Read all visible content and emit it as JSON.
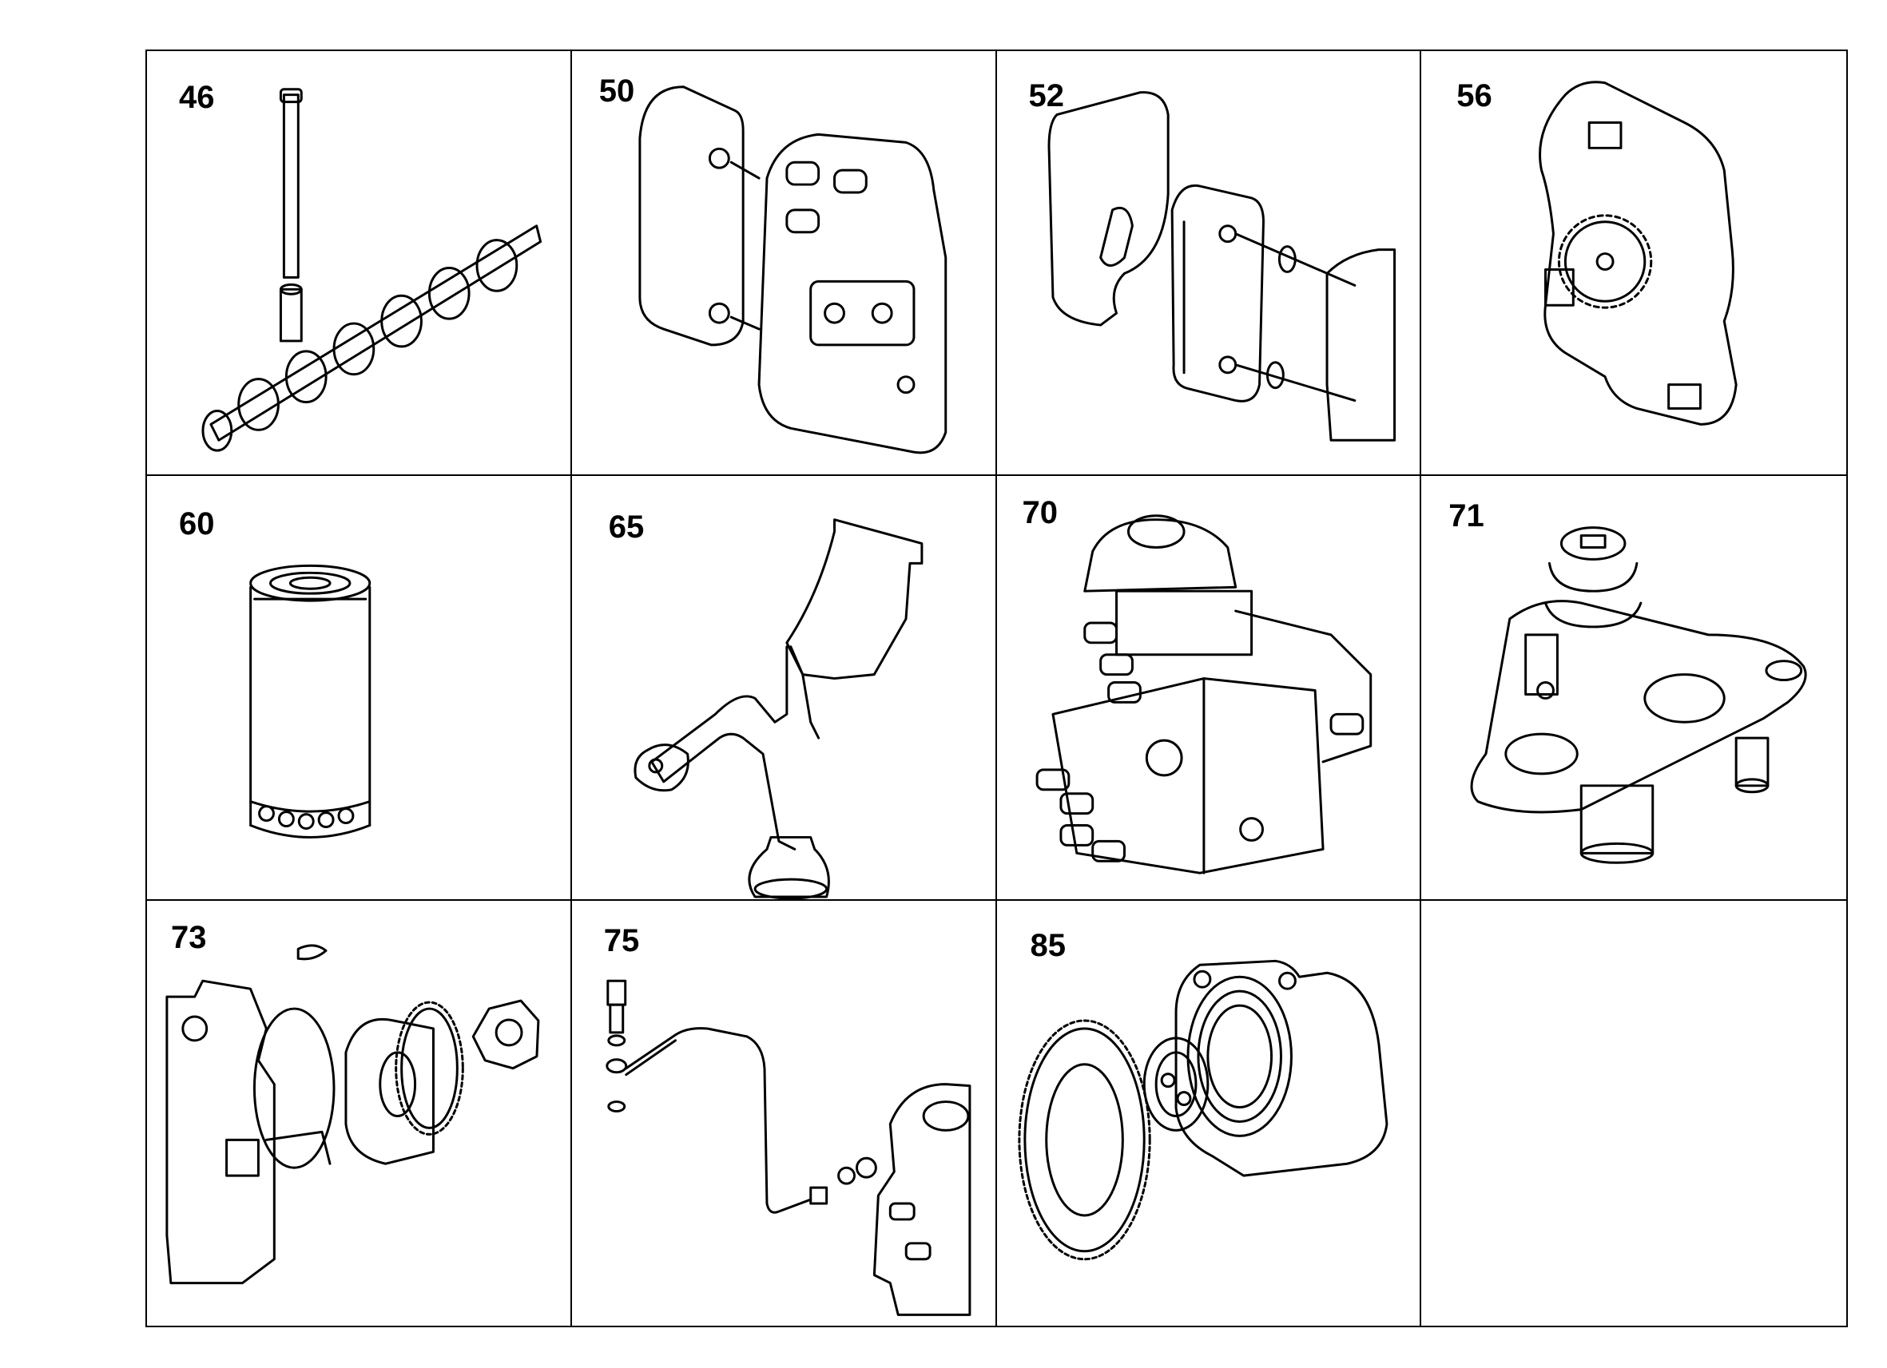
{
  "parts": [
    {
      "number": "46",
      "icon": "camshaft-pushrod-icon"
    },
    {
      "number": "50",
      "icon": "oil-cooler-housing-icon"
    },
    {
      "number": "52",
      "icon": "oil-cooler-gasket-icon"
    },
    {
      "number": "56",
      "icon": "oil-pump-gear-icon"
    },
    {
      "number": "60",
      "icon": "oil-filter-icon"
    },
    {
      "number": "65",
      "icon": "oil-suction-pipe-icon"
    },
    {
      "number": "70",
      "icon": "injection-pump-icon"
    },
    {
      "number": "71",
      "icon": "pump-bracket-icon"
    },
    {
      "number": "73",
      "icon": "pump-drive-gear-icon"
    },
    {
      "number": "75",
      "icon": "fuel-line-icon"
    },
    {
      "number": "85",
      "icon": "vacuum-pump-icon"
    }
  ]
}
